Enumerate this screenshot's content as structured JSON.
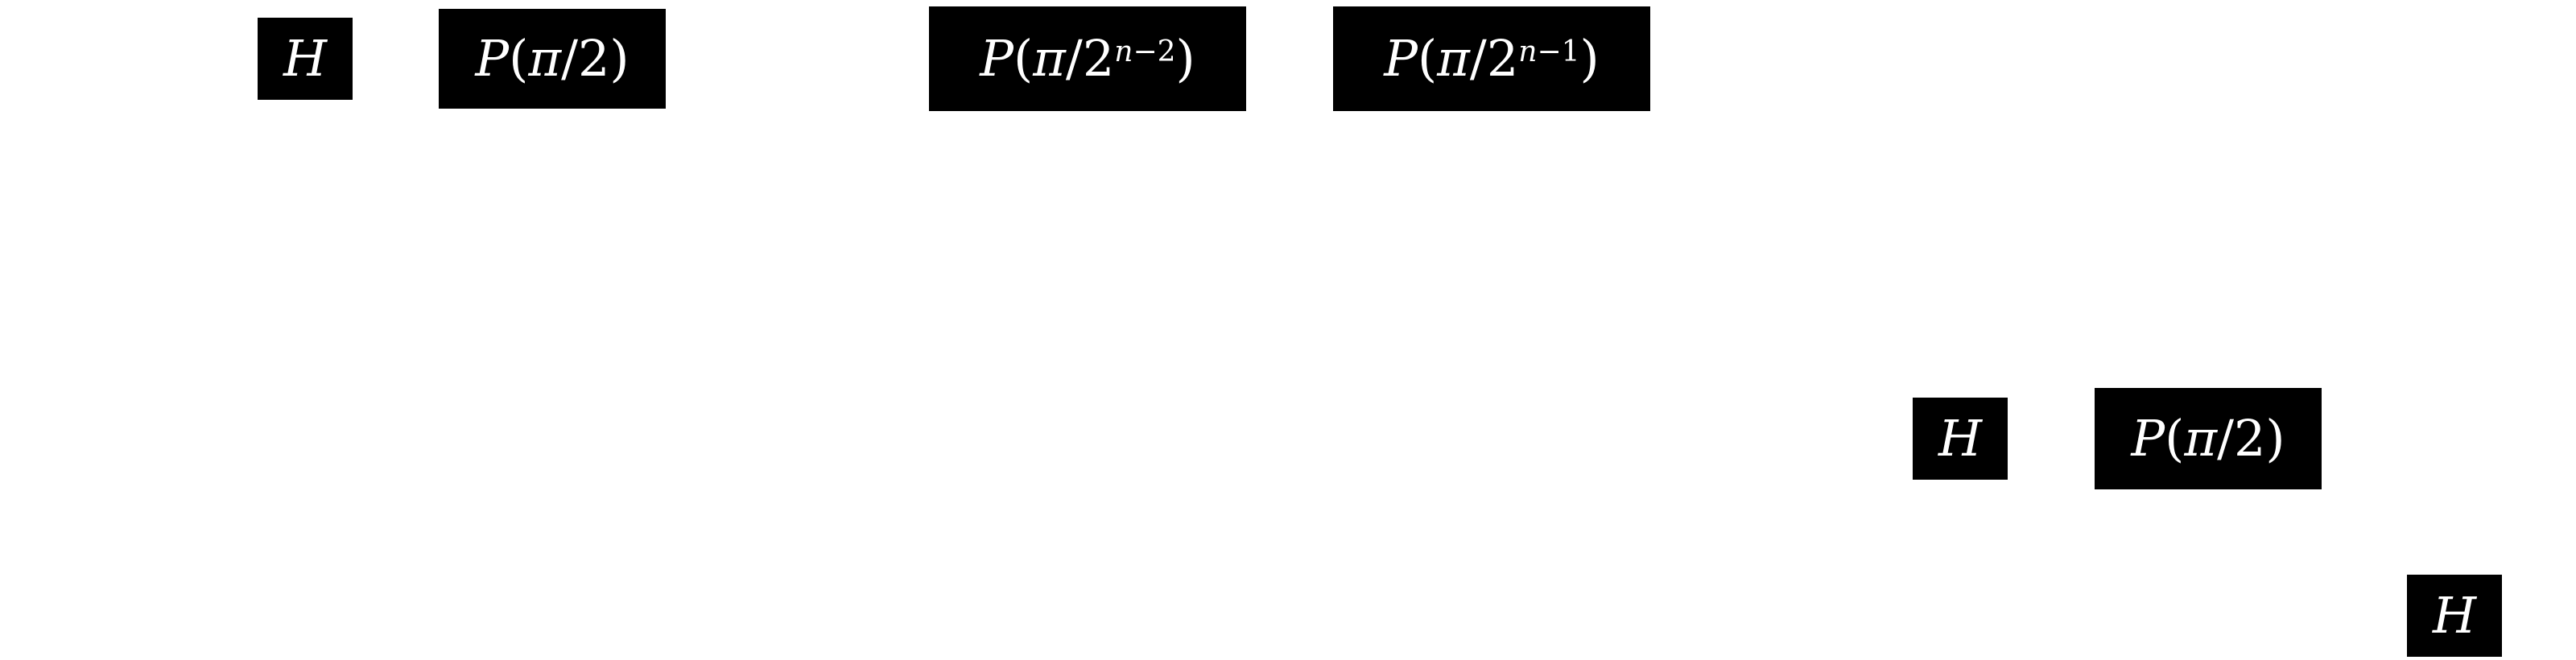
{
  "colors": {
    "background": "#ffffff",
    "gate_fill": "#000000",
    "gate_text": "#ffffff"
  },
  "gates": {
    "h1": {
      "symbol": "H"
    },
    "p1": {
      "name": "P",
      "arg_pi": "π",
      "slash": "/",
      "denominator": "2"
    },
    "p2": {
      "name": "P",
      "arg_pi": "π",
      "slash": "/",
      "base": "2",
      "exp_var": "n",
      "exp_minus": "−",
      "exp_num": "2"
    },
    "p3": {
      "name": "P",
      "arg_pi": "π",
      "slash": "/",
      "base": "2",
      "exp_var": "n",
      "exp_minus": "−",
      "exp_num": "1"
    },
    "h2": {
      "symbol": "H"
    },
    "p4": {
      "name": "P",
      "arg_pi": "π",
      "slash": "/",
      "denominator": "2"
    },
    "h3": {
      "symbol": "H"
    }
  }
}
